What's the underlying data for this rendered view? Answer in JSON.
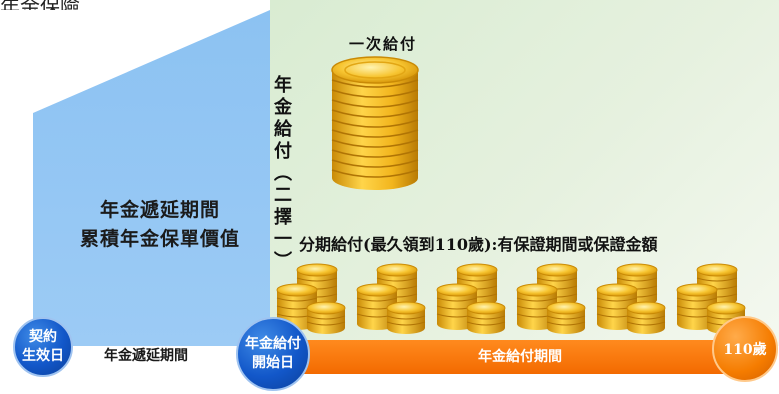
{
  "top_partial_text": "年金保險",
  "accumulated_value": {
    "line1": "年金遞延期間",
    "line2": "累積年金保單價值"
  },
  "lump_sum_label": "一次給付",
  "payout_choice_vertical": [
    "年",
    "金",
    "給",
    "付",
    "︵",
    "二",
    "擇",
    "一",
    "︶"
  ],
  "installment_label": "分期給付(最久領到110歲):有保證期間或保證金額",
  "timeline": {
    "contract_effective": [
      "契約",
      "生效日"
    ],
    "deferral_period": "年金遞延期間",
    "payout_start": [
      "年金給付",
      "開始日"
    ],
    "payout_period": "年金給付期間",
    "end_age": "110歲"
  },
  "colors": {
    "blue_area": "#8cc2f2",
    "green_area": "#dcedd5",
    "orange_bar": "#f57c00",
    "circle_blue": "#1257c9",
    "coin_gold": "#f2b51d"
  },
  "icons": {
    "coin_stack": "coin-stack-icon"
  }
}
